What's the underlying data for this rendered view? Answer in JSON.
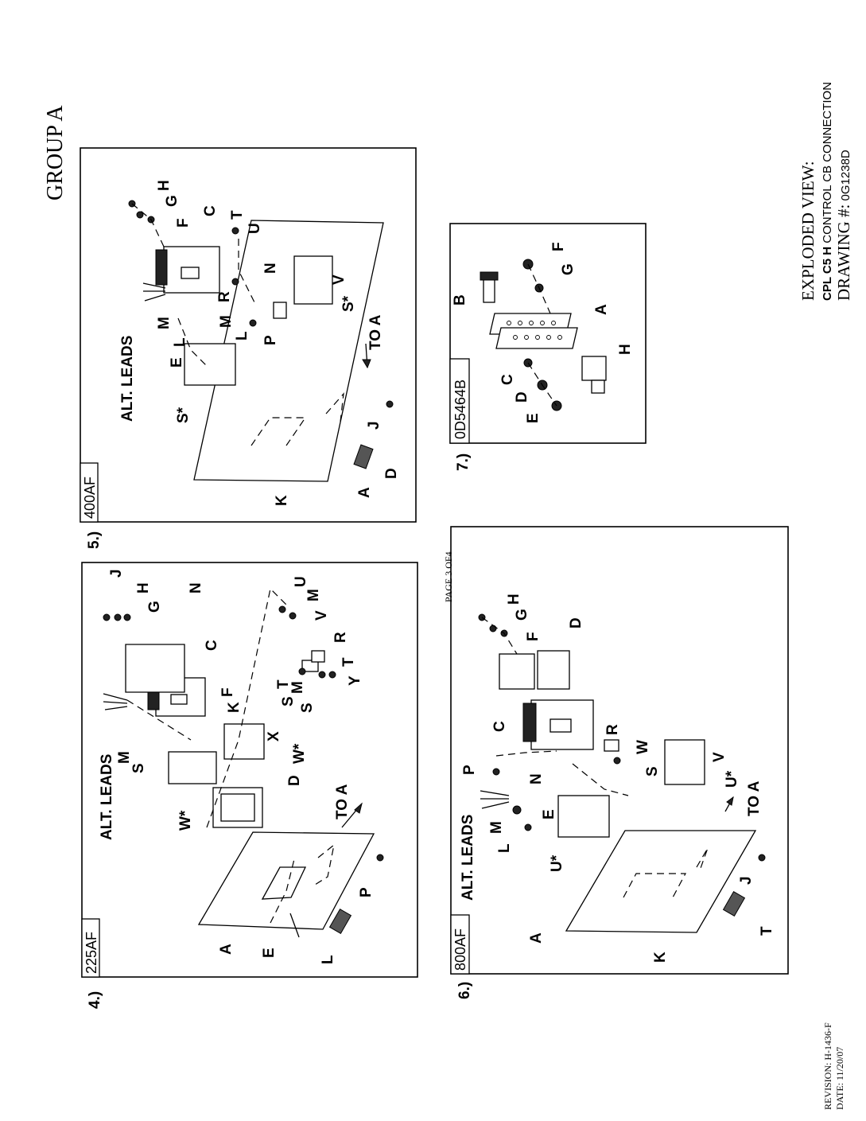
{
  "page": {
    "group_title": "GROUP A",
    "page_number": "PAGE 3 OF4",
    "revision": "REVISION: H-1436-F",
    "date": "DATE: 11/20/07",
    "title_line1": "EXPLODED VIEW:",
    "title_line2_prefix": "CPL C5 ",
    "title_line2_bold": "H",
    "title_line2_mid": " CONTROL ",
    "title_line2_suffix": "CB CONNECTION",
    "title_line3_label": "DRAWING #:",
    "title_line3_value": " 0G1238D"
  },
  "panels": {
    "p4": {
      "number": "4.)",
      "tag": "225AF",
      "alt_leads": "ALT. LEADS",
      "to_a": "TO A",
      "labels": [
        "J",
        "H",
        "G",
        "N",
        "C",
        "F",
        "K",
        "M",
        "S",
        "W*",
        "X",
        "W*",
        "D",
        "U",
        "M",
        "V",
        "R",
        "T",
        "T",
        "S",
        "M",
        "S",
        "Y",
        "A",
        "E",
        "L",
        "P"
      ]
    },
    "p5": {
      "number": "5.)",
      "tag": "400AF",
      "alt_leads": "ALT. LEADS",
      "to_a": "TO A",
      "labels": [
        "H",
        "G",
        "F",
        "C",
        "T",
        "U",
        "N",
        "R",
        "M",
        "M",
        "L",
        "L",
        "E",
        "P",
        "V",
        "S*",
        "S*",
        "K",
        "A",
        "D",
        "J"
      ]
    },
    "p6": {
      "number": "6.)",
      "tag": "800AF",
      "alt_leads": "ALT. LEADS",
      "to_a": "TO A",
      "labels": [
        "H",
        "G",
        "F",
        "D",
        "C",
        "R",
        "W",
        "S",
        "V",
        "U*",
        "P",
        "N",
        "E",
        "M",
        "L",
        "U*",
        "A",
        "K",
        "J",
        "T"
      ]
    },
    "p7": {
      "number": "7.)",
      "tag": "0D5464B",
      "labels": [
        "F",
        "G",
        "B",
        "A",
        "H",
        "C",
        "D",
        "E"
      ]
    }
  }
}
